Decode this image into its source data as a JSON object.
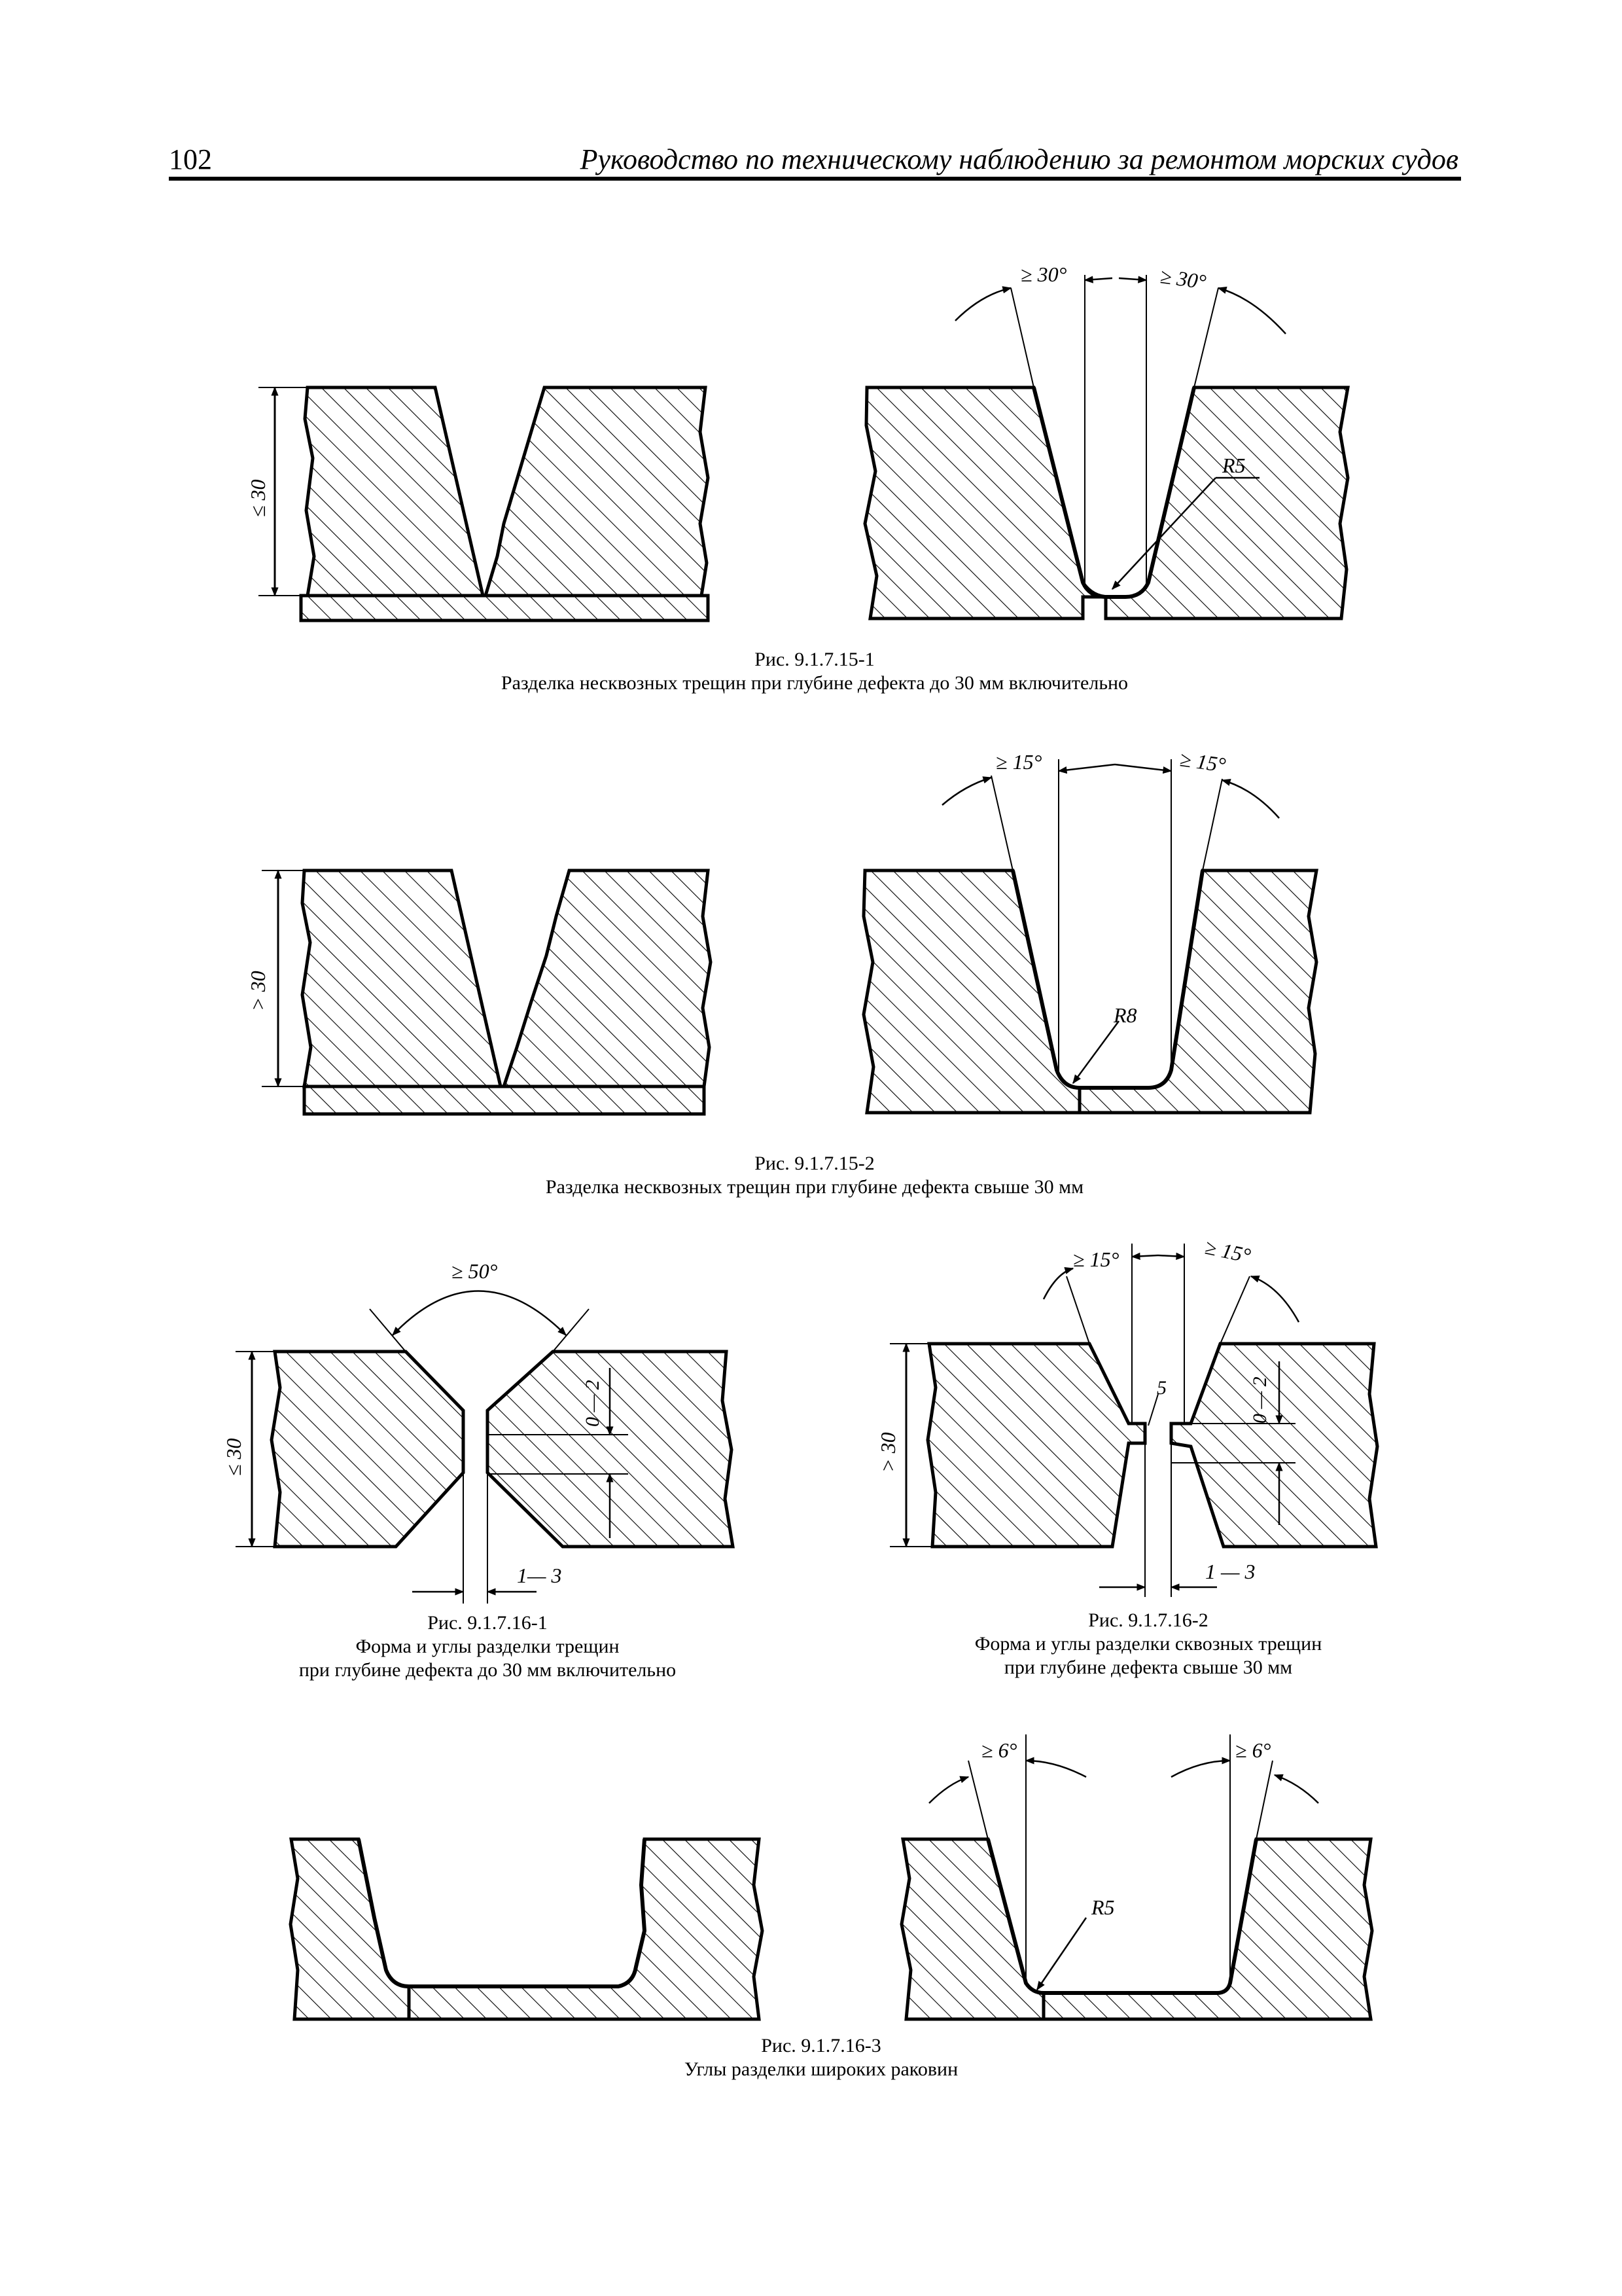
{
  "header": {
    "page_number": "102",
    "title": "Руководство по техническому наблюдению за ремонтом морских судов"
  },
  "figures": [
    {
      "id": "fig-15-1",
      "number": "Рис. 9.1.7.15-1",
      "caption": [
        "Разделка несквозных трещин при глубине дефекта до 30 мм включительно"
      ]
    },
    {
      "id": "fig-15-2",
      "number": "Рис. 9.1.7.15-2",
      "caption": [
        "Разделка несквозных трещин при глубине дефекта свыше 30 мм"
      ]
    },
    {
      "id": "fig-16-1",
      "number": "Рис. 9.1.7.16-1",
      "caption": [
        "Форма и углы разделки трещин",
        "при глубине дефекта до 30 мм включительно"
      ]
    },
    {
      "id": "fig-16-2",
      "number": "Рис. 9.1.7.16-2",
      "caption": [
        "Форма и углы разделки сквозных трещин",
        "при глубине дефекта свыше 30 мм"
      ]
    },
    {
      "id": "fig-16-3",
      "number": "Рис. 9.1.7.16-3",
      "caption": [
        "Углы разделки широких раковин"
      ]
    }
  ],
  "labels": {
    "depth_le_30": "≤ 30",
    "depth_gt_30": "> 30",
    "angle_30_left": "≥ 30°",
    "angle_30_right": "≥ 30°",
    "radius_r5_a": "R5",
    "angle_15_left": "≥ 15°",
    "angle_15_right": "≥ 15°",
    "radius_r8": "R8",
    "angle_50": "≥ 50°",
    "gap_0_2_a": "0 — 2",
    "gap_1_3_a": "1— 3",
    "depth_le_30_b": "≤ 30",
    "angle_15_left_b": "≥ 15°",
    "angle_15_right_b": "≥ 15°",
    "dim_5": "5",
    "gap_0_2_b": "0 — 2",
    "gap_1_3_b": "1 — 3",
    "depth_gt_30_b": "> 30",
    "angle_6_left": "≥ 6°",
    "angle_6_right": "≥ 6°",
    "radius_r5_b": "R5"
  }
}
